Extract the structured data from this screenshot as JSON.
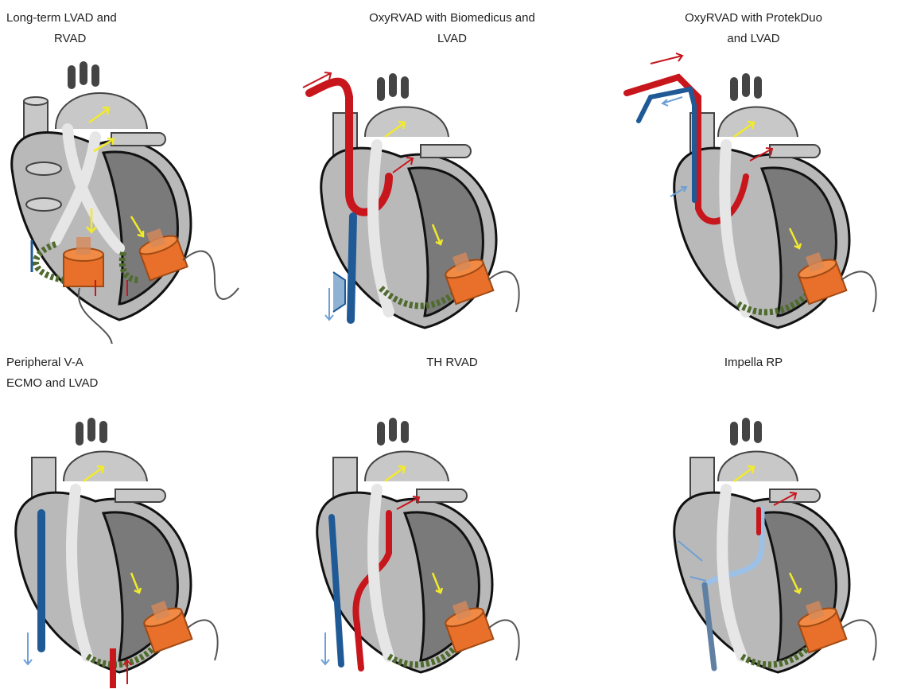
{
  "panels": [
    {
      "id": "p1",
      "title_lines": [
        "Long-term LVAD and",
        "RVAD"
      ],
      "variant": "long-term"
    },
    {
      "id": "p2",
      "title_lines": [
        "OxyRVAD with Biomedicus and",
        "LVAD"
      ],
      "variant": "oxy-biomedicus"
    },
    {
      "id": "p3",
      "title_lines": [
        "OxyRVAD with ProtekDuo",
        "and LVAD"
      ],
      "variant": "oxy-protekduo"
    },
    {
      "id": "p4",
      "title_lines": [
        "Peripheral V-A",
        "ECMO and LVAD"
      ],
      "variant": "peripheral-ecmo"
    },
    {
      "id": "p5",
      "title_lines": [
        "TH RVAD"
      ],
      "variant": "th-rvad"
    },
    {
      "id": "p6",
      "title_lines": [
        "Impella RP"
      ],
      "variant": "impella-rp"
    }
  ],
  "colors": {
    "heart_fill": "#b9b9b9",
    "heart_dark": "#6e6e6e",
    "vessel": "#c8c8c8",
    "cannula_white": "#e6e6e6",
    "pump_orange": "#e8702a",
    "graft_green": "#4f6b2e",
    "arrow_yellow": "#f2ea2a",
    "oxy_red": "#c8161d",
    "venous_blue": "#1f5a96",
    "light_blue": "#6ea0d6"
  }
}
